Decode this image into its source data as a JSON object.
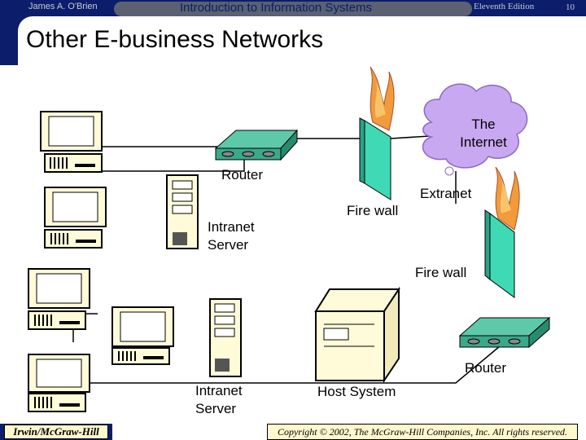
{
  "header": {
    "author": "James A. O'Brien",
    "course": "Introduction to Information Systems",
    "edition": "Eleventh Edition",
    "slide_number": "10"
  },
  "title": "Other E-business Networks",
  "labels": {
    "router_top": "Router",
    "intranet_server_top": "Intranet\nServer",
    "fire_wall_top": "Fire wall",
    "internet_cloud": "The\nInternet",
    "extranet": "Extranet",
    "fire_wall_right": "Fire wall",
    "router_bottom": "Router",
    "intranet_server_bottom": "Intranet\nServer",
    "host_system": "Host System"
  },
  "footer": {
    "publisher": "Irwin/McGraw-Hill",
    "copyright": "Copyright © 2002, The McGraw-Hill Companies, Inc. All rights reserved."
  },
  "colors": {
    "navy": "#0b1d6b",
    "firewall_green": "#3fd9b5",
    "cloud_purple": "#c9a8f2",
    "router_green": "#5ec9a8",
    "footer_cream": "#fff8cc",
    "flame_orange": "#f29a3c"
  }
}
